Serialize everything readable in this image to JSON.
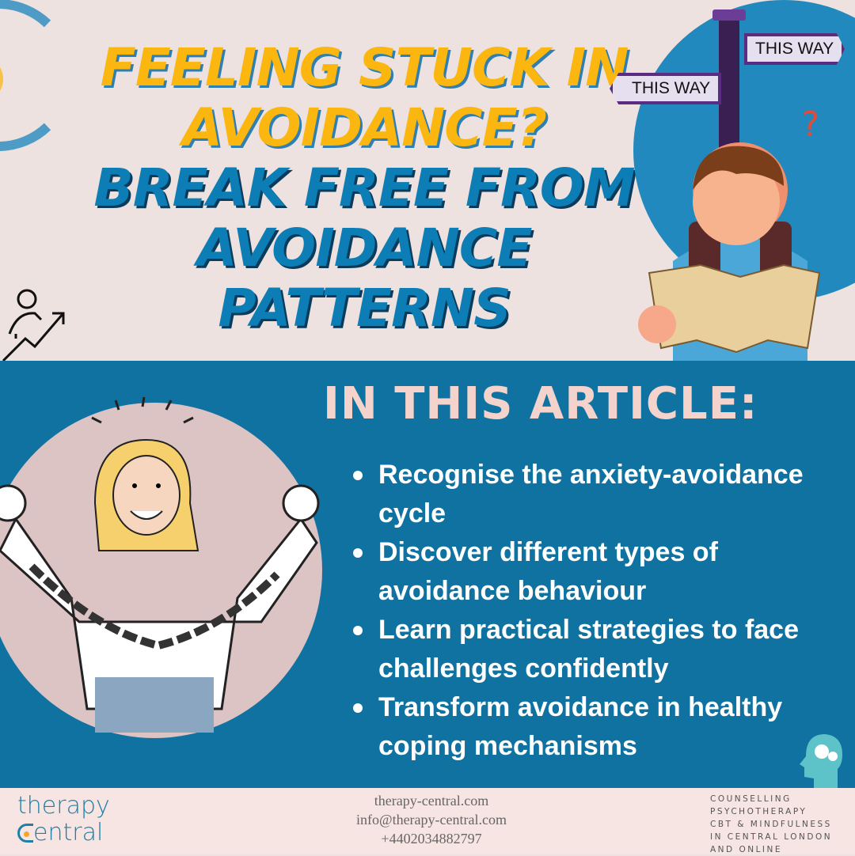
{
  "header": {
    "title_line1": "FEELING STUCK IN",
    "title_line2": "AVOIDANCE?",
    "title_line3": "BREAK FREE FROM",
    "title_line4": "AVOIDANCE",
    "title_line5": "PATTERNS",
    "sign_right": "THIS WAY",
    "sign_left": "THIS WAY",
    "question_mark": "?"
  },
  "article": {
    "heading": "IN THIS ARTICLE:",
    "bullets": [
      "Recognise the anxiety-avoidance cycle",
      "Discover different types of avoidance behaviour",
      "Learn practical strategies to face challenges confidently",
      "Transform avoidance in healthy coping mechanisms"
    ]
  },
  "footer": {
    "logo_line1": "therapy",
    "logo_line2": "entral",
    "website": "therapy-central.com",
    "email": "info@therapy-central.com",
    "phone": "+4402034882797",
    "tagline": [
      "COUNSELLING",
      "PSYCHOTHERAPY",
      "CBT & MINDFULNESS",
      "IN CENTRAL LONDON",
      "AND ONLINE"
    ]
  },
  "colors": {
    "yellow": "#fbb70f",
    "blue": "#0f72a1",
    "pink": "#f3d3cc"
  }
}
